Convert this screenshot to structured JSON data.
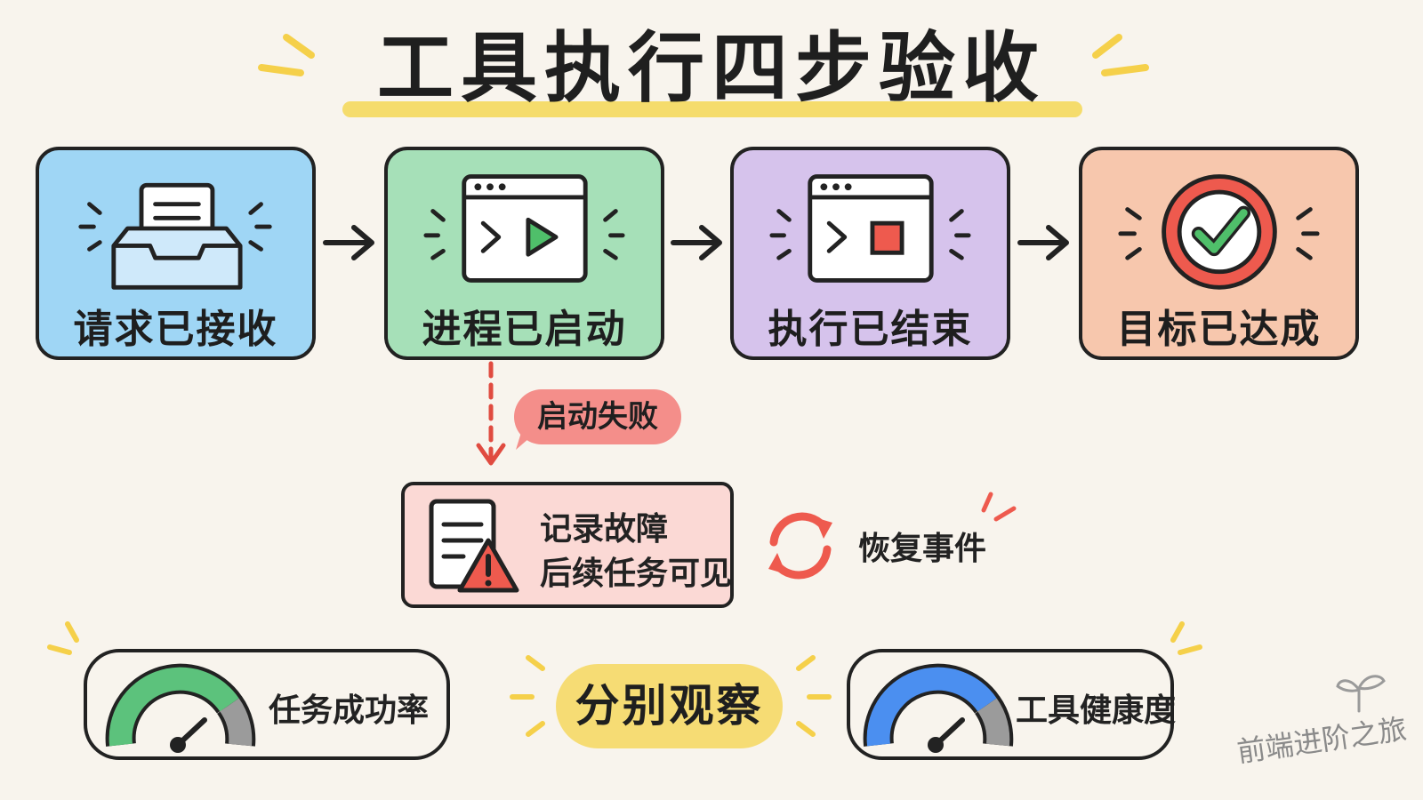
{
  "title": "工具执行四步验收",
  "steps": [
    {
      "label": "请求已接收",
      "color": "#9fd6f5",
      "icon": "inbox-document-icon"
    },
    {
      "label": "进程已启动",
      "color": "#a6e0b8",
      "icon": "terminal-play-icon"
    },
    {
      "label": "执行已结束",
      "color": "#d6c3ec",
      "icon": "terminal-stop-icon"
    },
    {
      "label": "目标已达成",
      "color": "#f7c7ad",
      "icon": "check-circle-icon"
    }
  ],
  "failure": {
    "tag": "启动失败",
    "box_lines": [
      "记录故障",
      "后续任务可见"
    ],
    "box_color": "#fbd9d5",
    "tag_color": "#f48e8a"
  },
  "recovery": {
    "label": "恢复事件",
    "color": "#ee5a4e"
  },
  "metrics": {
    "left": {
      "label": "任务成功率",
      "gauge_color": "#5cc27c"
    },
    "center": {
      "label": "分别观察"
    },
    "right": {
      "label": "工具健康度",
      "gauge_color": "#4b8ff0"
    }
  },
  "watermark": "前端进阶之旅"
}
